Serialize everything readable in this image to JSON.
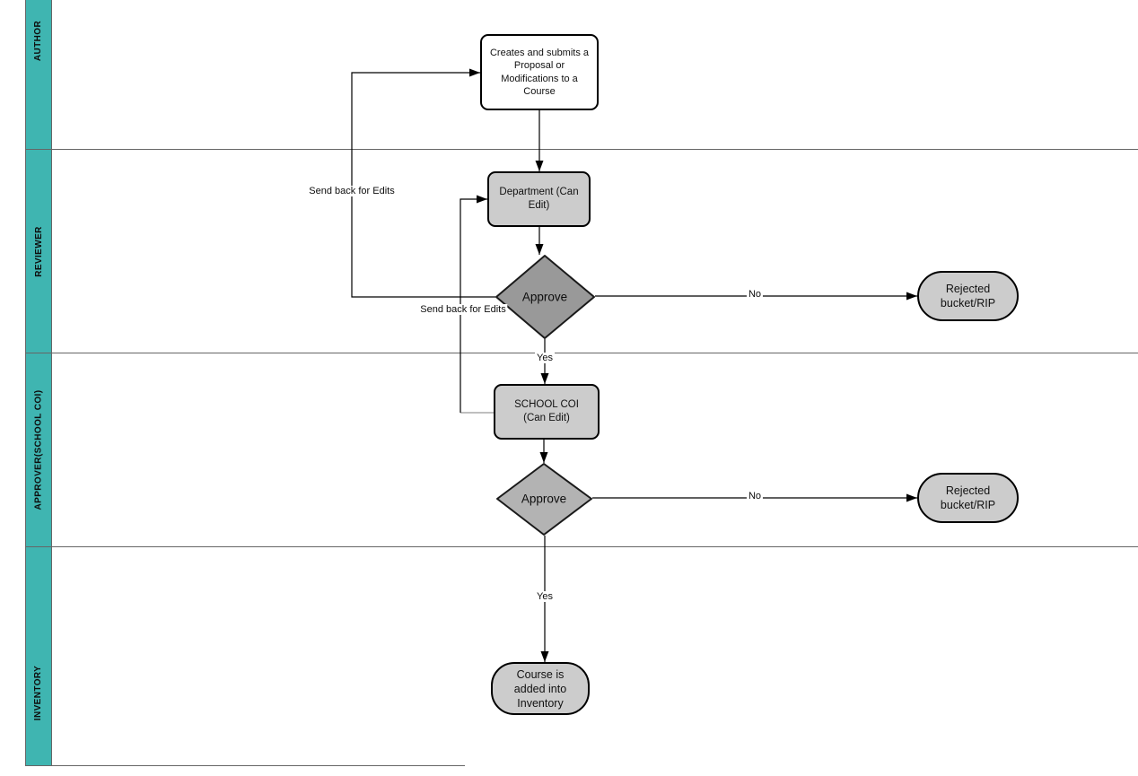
{
  "colors": {
    "lane_bar": "#3FB5B1",
    "lane_line": "#666666",
    "node_fill_gray": "#CCCCCC",
    "node_fill_white": "#FFFFFF",
    "diamond_dark": "#999999",
    "diamond_light": "#B3B3B3",
    "connector": "#000000"
  },
  "lanes": [
    {
      "label": "AUTHOR"
    },
    {
      "label": "REVIEWER"
    },
    {
      "label": "APPROVER(SCHOOL COI)"
    },
    {
      "label": "INVENTORY"
    }
  ],
  "nodes": {
    "start": {
      "label": "Creates and submits a Proposal or Modifications to a Course"
    },
    "department": {
      "label": "Department (Can Edit)"
    },
    "approve1": {
      "label": "Approve"
    },
    "rejected1": {
      "label": "Rejected bucket/RIP"
    },
    "school_coi": {
      "label": "SCHOOL COI (Can Edit)"
    },
    "approve2": {
      "label": "Approve"
    },
    "rejected2": {
      "label": "Rejected bucket/RIP"
    },
    "inventory_added": {
      "label": "Course is added into Inventory"
    }
  },
  "edge_labels": {
    "send_back_1": "Send back for Edits",
    "send_back_2": "Send back for Edits",
    "no_1": "No",
    "yes_1": "Yes",
    "no_2": "No",
    "yes_2": "Yes"
  }
}
